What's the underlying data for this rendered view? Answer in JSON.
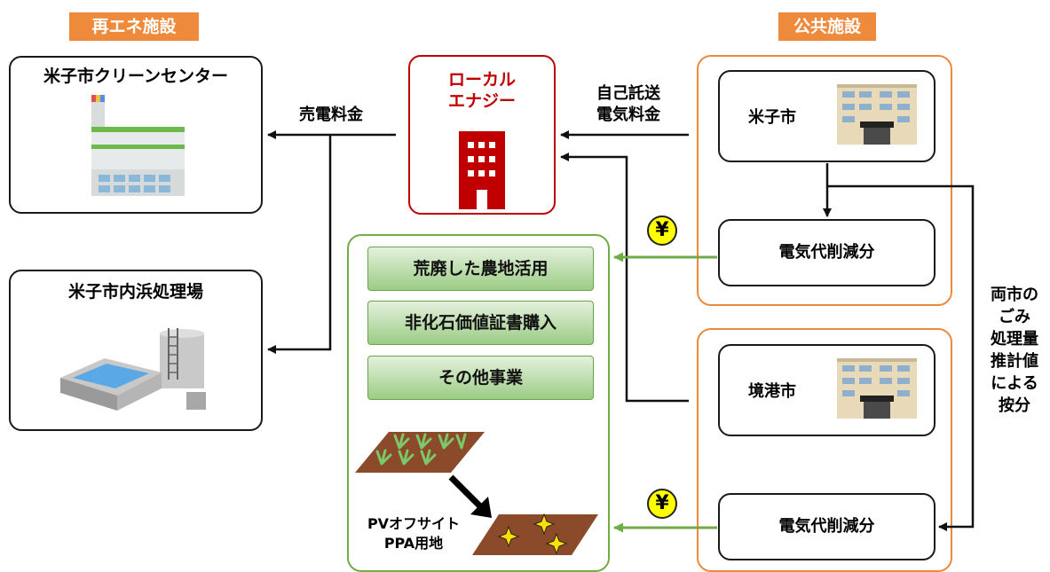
{
  "headers": {
    "renewable": "再エネ施設",
    "public": "公共施設"
  },
  "facilities": {
    "clean_center": "米子市クリーンセンター",
    "treatment_plant": "米子市内浜処理場"
  },
  "local_energy": {
    "line1": "ローカル",
    "line2": "エナジー"
  },
  "labels": {
    "sell_fee": "売電料金",
    "self_consign_line1": "自己託送",
    "self_consign_line2": "電気料金",
    "allocation": [
      "両市の",
      "ごみ",
      "処理量",
      "推計値",
      "による",
      "按分"
    ]
  },
  "cities": {
    "yonago": "米子市",
    "sakaiminato": "境港市",
    "reduction_1": "電気代削減分",
    "reduction_2": "電気代削減分"
  },
  "yen_symbol": "¥",
  "projects": [
    "荒廃した農地活用",
    "非化石価値証書購入",
    "その他事業"
  ],
  "pv_site": {
    "line1": "PVオフサイト",
    "line2": "PPA用地"
  },
  "colors": {
    "orange": "#ee8a3c",
    "red": "#c00000",
    "green": "#70ad47",
    "yellow": "#ffff00"
  }
}
